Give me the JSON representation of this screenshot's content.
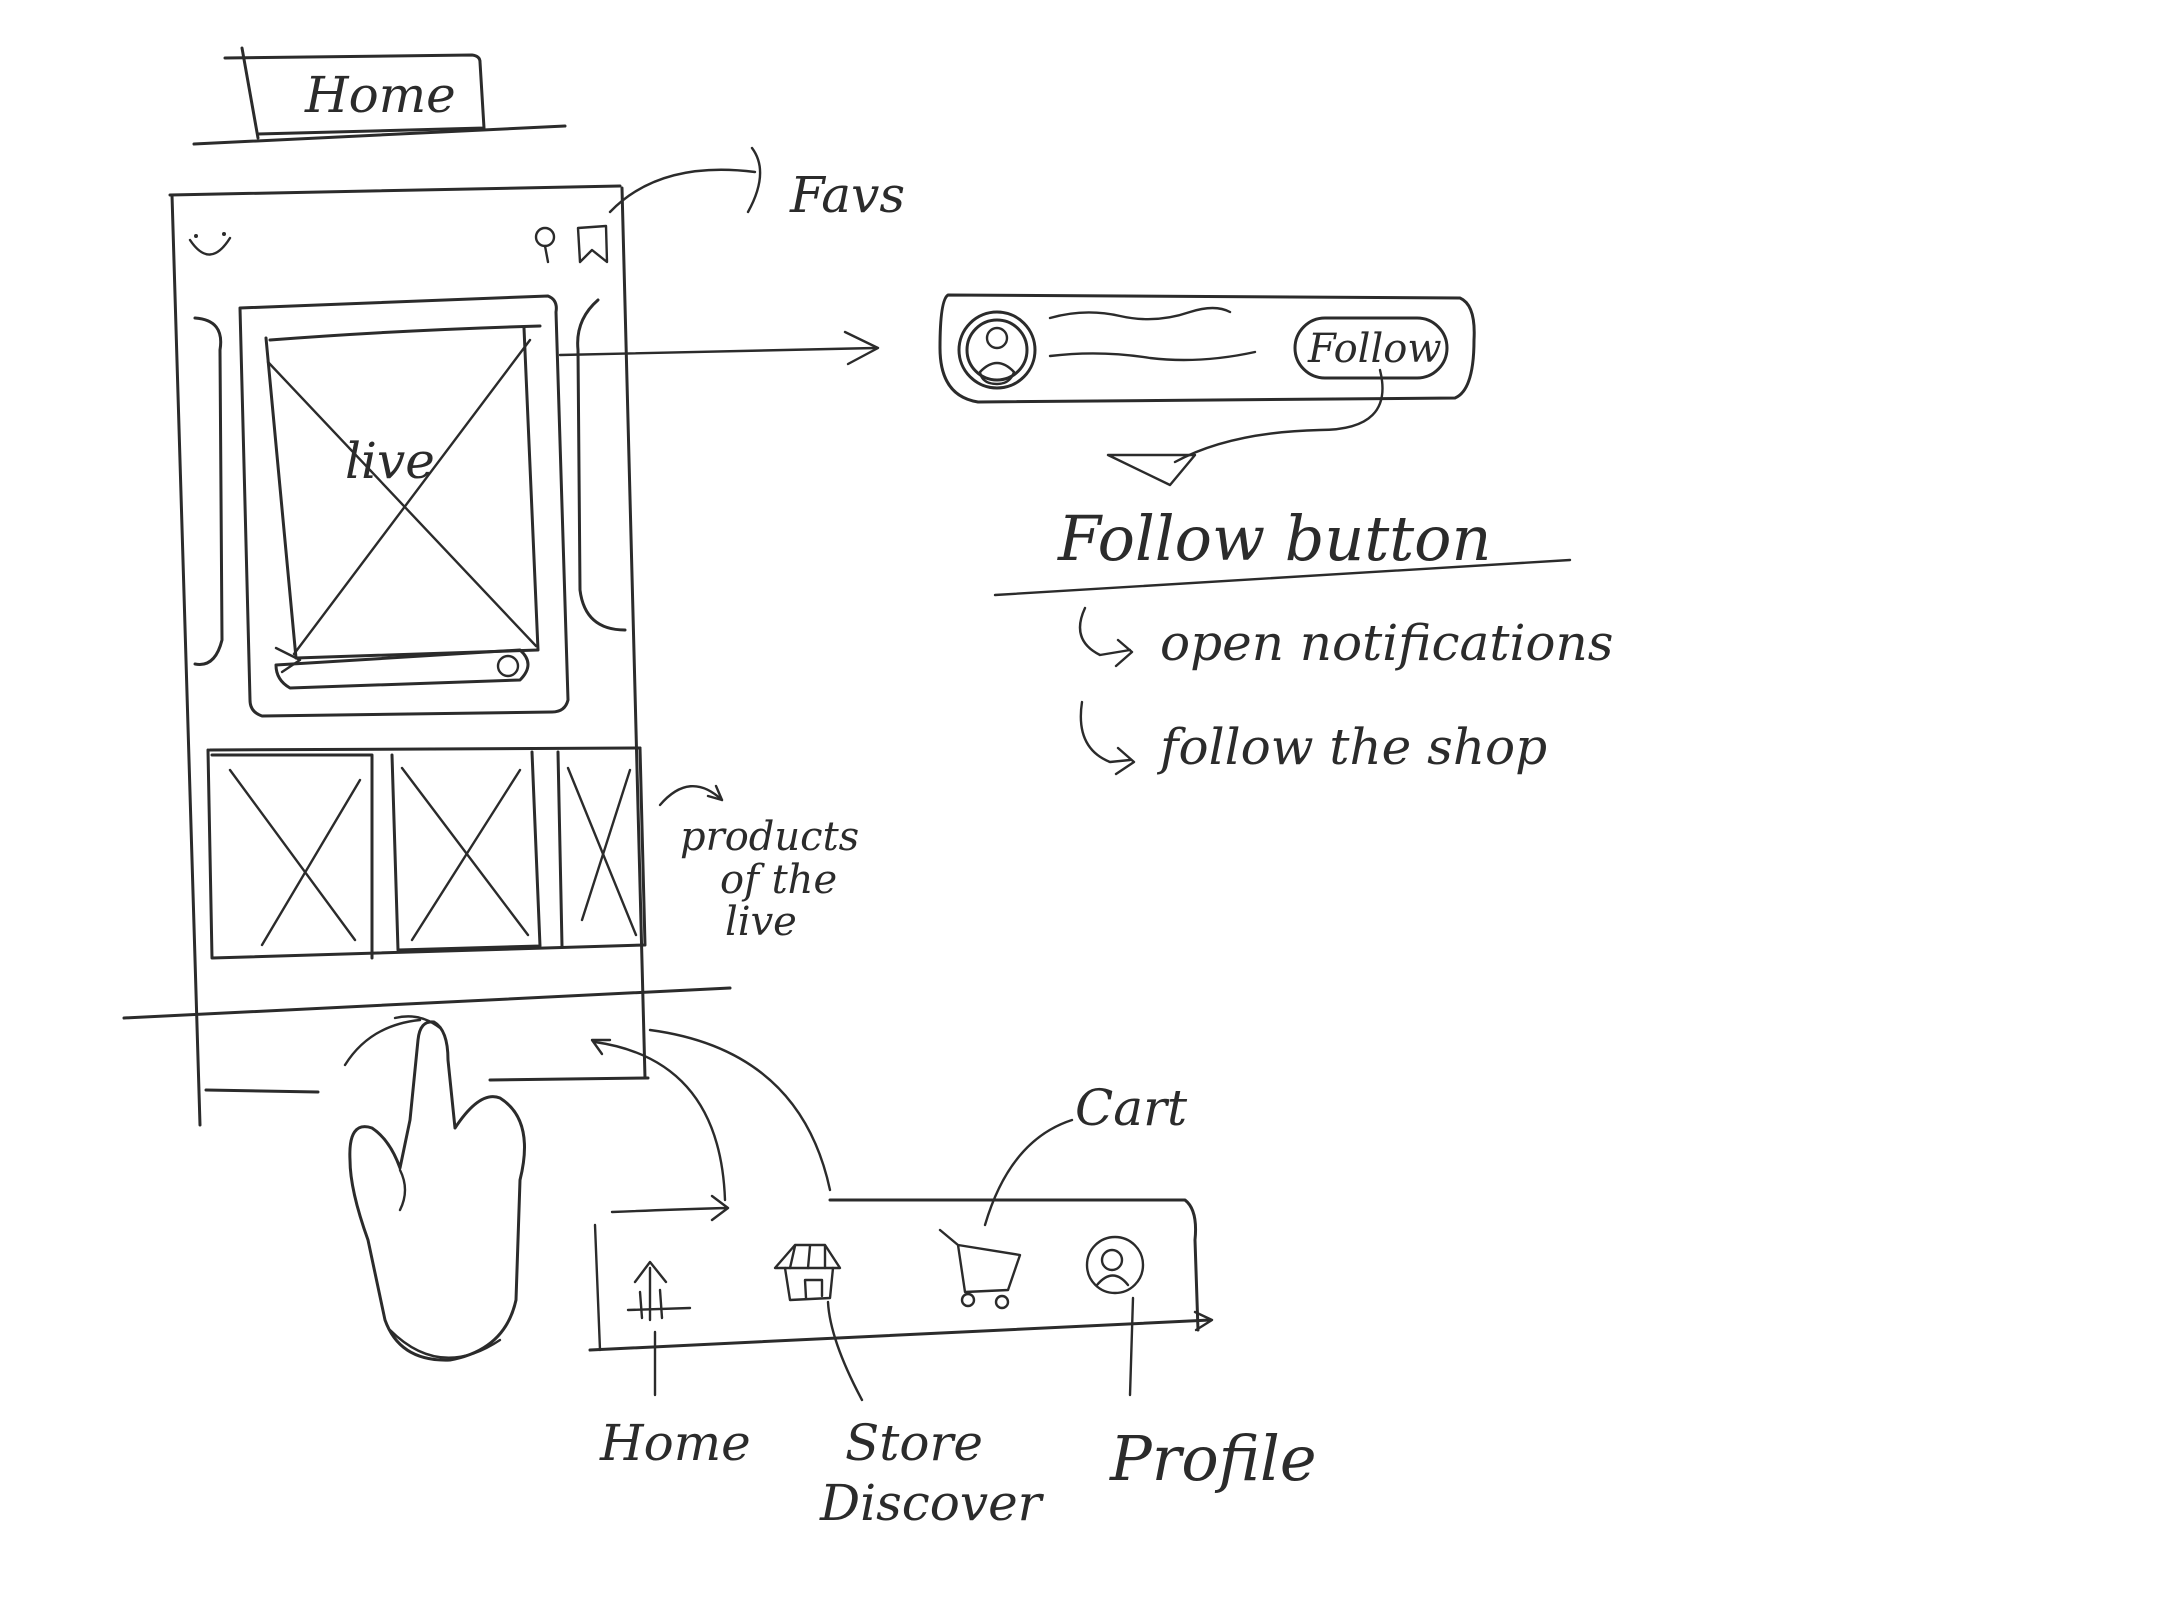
{
  "tab": {
    "label": "Home"
  },
  "annotations": {
    "favs": "Favs",
    "live": "live",
    "products_line1": "products",
    "products_line2": "of the",
    "products_line3": "live",
    "follow_pill": "Follow",
    "follow_heading": "Follow button",
    "follow_action_1": "open notifications",
    "follow_action_2": "follow the shop",
    "cart": "Cart"
  },
  "nav": {
    "home": "Home",
    "store_line1": "Store",
    "store_line2": "Discover",
    "profile": "Profile"
  },
  "icons": [
    "smile-icon",
    "search-icon",
    "bookmark-icon",
    "avatar-icon",
    "home-icon",
    "store-icon",
    "cart-icon",
    "profile-icon",
    "hand-gesture-icon"
  ],
  "colors": {
    "ink": "#2b2b2b",
    "paper": "#ffffff"
  }
}
